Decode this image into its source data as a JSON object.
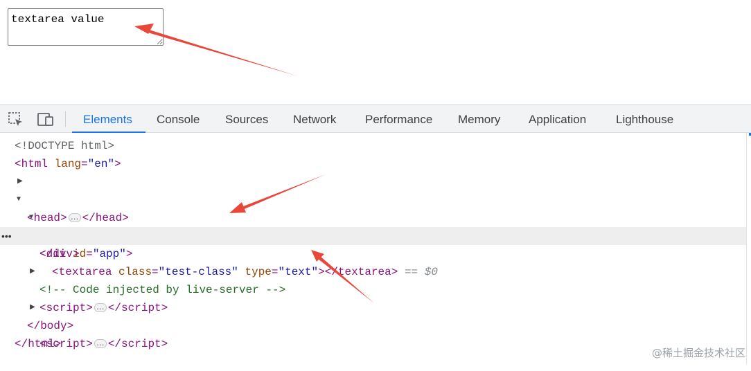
{
  "page": {
    "textarea_value": "textarea value"
  },
  "devtools": {
    "tabs": [
      {
        "label": "Elements",
        "active": true
      },
      {
        "label": "Console"
      },
      {
        "label": "Sources"
      },
      {
        "label": "Network"
      },
      {
        "label": "Performance"
      },
      {
        "label": "Memory"
      },
      {
        "label": "Application"
      },
      {
        "label": "Lighthouse"
      }
    ],
    "dom": {
      "doctype": "<!DOCTYPE html>",
      "html_tag": "html",
      "lang_attr": "lang",
      "lang_value": "\"en\"",
      "head_tag": "head",
      "body_tag": "body",
      "div_tag": "div",
      "id_attr": "id",
      "id_value": "\"app\"",
      "textarea_tag": "textarea",
      "class_attr": "class",
      "class_value": "\"test-class\"",
      "type_attr": "type",
      "type_value": "\"text\"",
      "selected_marker": "== $0",
      "script_tag": "script",
      "comment": "<!-- Code injected by live-server -->",
      "ellipsis": "…"
    }
  },
  "colors": {
    "accent": "#1a73e8",
    "tag": "#881280",
    "attr_name": "#994500",
    "attr_value": "#1a1aa6",
    "comment": "#236e25",
    "arrow": "#e8473a"
  },
  "icons": [
    "inspect-element-icon",
    "device-toolbar-icon",
    "expand-triangle-icon",
    "collapse-triangle-icon"
  ],
  "watermark": "@稀土掘金技术社区"
}
